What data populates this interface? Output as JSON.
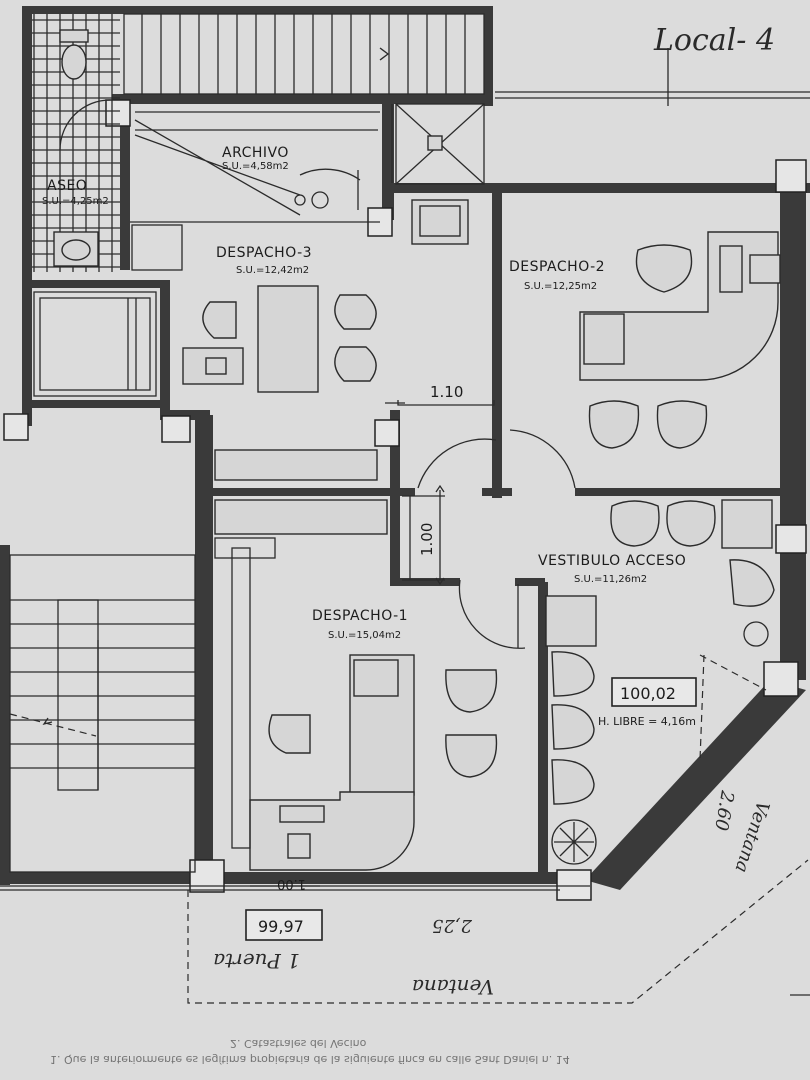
{
  "rooms": {
    "archivo": {
      "name": "ARCHIVO",
      "area": "S.U.=4,58m2"
    },
    "aseo": {
      "name": "ASEO",
      "area": "S.U.=4,25m2"
    },
    "despacho3": {
      "name": "DESPACHO-3",
      "area": "S.U.=12,42m2"
    },
    "despacho2": {
      "name": "DESPACHO-2",
      "area": "S.U.=12,25m2"
    },
    "despacho1": {
      "name": "DESPACHO-1",
      "area": "S.U.=15,04m2"
    },
    "vestibulo": {
      "name": "VESTIBULO ACCESO",
      "area": "S.U.=11,26m2"
    }
  },
  "dimensions": {
    "d110": "1.10",
    "d100": "1.00",
    "d100_bottom": "1.00",
    "d260": "2.60",
    "d225": "2,25"
  },
  "levels": {
    "box1": "100,02",
    "box2": "99,97",
    "height": "H. LIBRE = 4,16m"
  },
  "handwriting": {
    "local": "Local- 4",
    "ventana_right": "Ventana",
    "ventana_bottom": "Ventana",
    "puerta": "1 Puerta"
  },
  "footer": {
    "line1": "2. Catastrales del Vecino",
    "line2": "1. Que la anteriormente es legítima propietaria de la siguiente finca en calle Sant Daniel n. 14"
  }
}
